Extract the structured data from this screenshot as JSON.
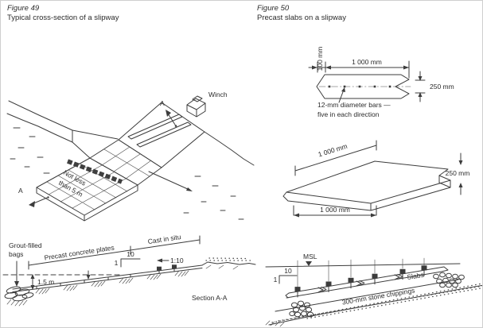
{
  "figure49": {
    "label": "Figure 49",
    "caption": "Typical cross-section of a slipway",
    "iso": {
      "winch": "Winch",
      "a_top": "A",
      "a_bottom": "A",
      "note1": "Not less",
      "note2": "than 5 m"
    },
    "section": {
      "grout1": "Grout-filled",
      "grout2": "bags",
      "precast": "Precast concrete plates",
      "cast": "Cast in situ",
      "run": "10",
      "rise": "1",
      "ratio": "1:10",
      "depth": "1.5 m",
      "title": "Section A-A"
    }
  },
  "figure50": {
    "label": "Figure 50",
    "caption": "Precast slabs on a slipway",
    "plan": {
      "dim100": "100 mm",
      "dim1000": "1 000 mm",
      "dim250": "250 mm",
      "note1": "12-mm diameter bars —",
      "note2": "five in each direction"
    },
    "slab3d": {
      "top": "1 000 mm",
      "thickness": "250 mm",
      "bottom": "1 000 mm"
    },
    "slipway": {
      "msl": "MSL",
      "run": "10",
      "rise": "1",
      "slabs": "Slabs",
      "chippings": "300-mm stone chippings"
    }
  }
}
